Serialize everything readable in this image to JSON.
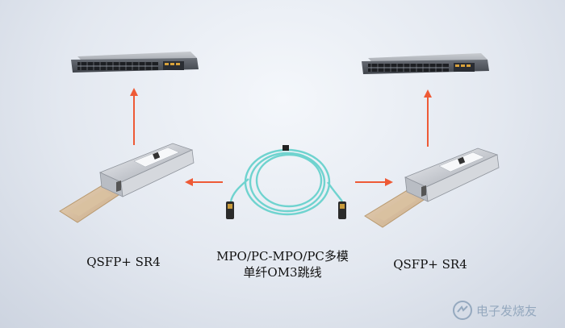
{
  "labels": {
    "left": "QSFP+ SR4",
    "right": "QSFP+ SR4",
    "center_line1": "MPO/PC-MPO/PC多模",
    "center_line2": "单纤OM3跳线"
  },
  "watermark": {
    "text": "电子发烧友"
  },
  "colors": {
    "arrow": "#ee5a36",
    "cable": "#6fd3cf",
    "background": "#e3e8f0"
  },
  "icons": [
    "network-switch",
    "qsfp-transceiver",
    "mpo-fiber-cable",
    "elecfans-logo-icon"
  ]
}
